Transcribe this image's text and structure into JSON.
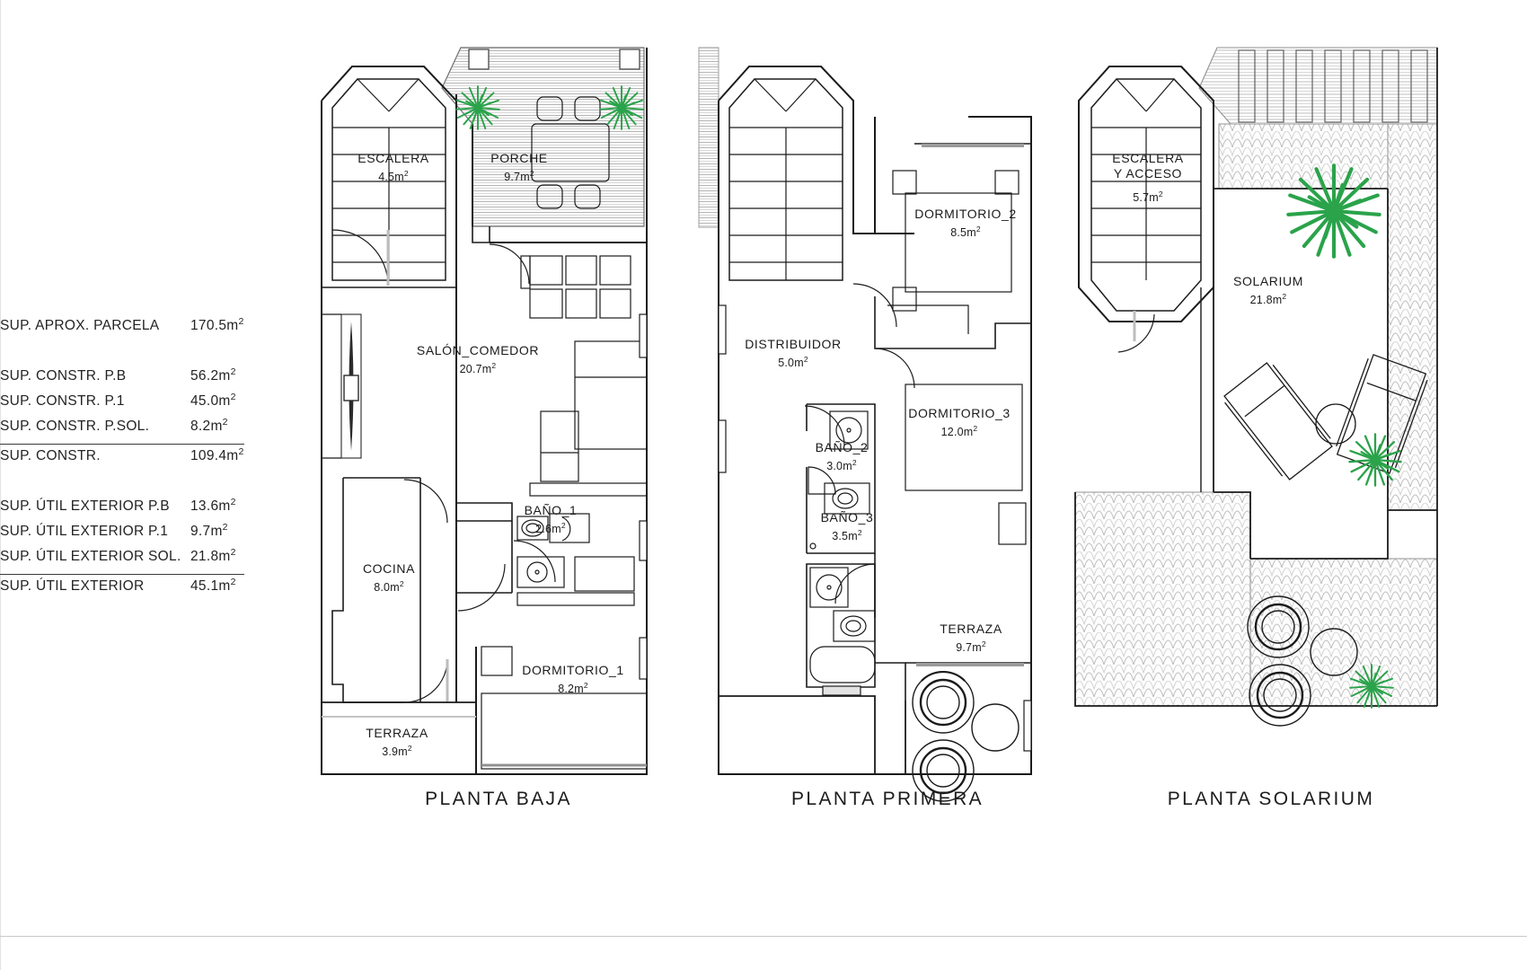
{
  "sheet": {
    "background": "#ffffff",
    "line_color": "#1b1b1b",
    "plant_color": "#2aa34a",
    "hatch_color": "#b9b9b9"
  },
  "legend": {
    "rows": [
      {
        "label": "SUP. APROX. PARCELA",
        "value": "170.5m",
        "unit": "2",
        "group": 1
      },
      {
        "label": "SUP. CONSTR. P.B",
        "value": "56.2m",
        "unit": "2",
        "group": 2
      },
      {
        "label": "SUP. CONSTR. P.1",
        "value": "45.0m",
        "unit": "2",
        "group": 2
      },
      {
        "label": "SUP. CONSTR. P.SOL.",
        "value": "8.2m",
        "unit": "2",
        "group": 2
      },
      {
        "label": "SUP. CONSTR.",
        "value": "109.4m",
        "unit": "2",
        "group": 3
      },
      {
        "label": "SUP. ÚTIL EXTERIOR P.B",
        "value": "13.6m",
        "unit": "2",
        "group": 4
      },
      {
        "label": "SUP. ÚTIL EXTERIOR P.1",
        "value": "9.7m",
        "unit": "2",
        "group": 4
      },
      {
        "label": "SUP. ÚTIL EXTERIOR SOL.",
        "value": "21.8m",
        "unit": "2",
        "group": 4
      },
      {
        "label": "SUP. ÚTIL EXTERIOR",
        "value": "45.1m",
        "unit": "2",
        "group": 5
      }
    ]
  },
  "plans": [
    {
      "id": "planta-baja",
      "title": "PLANTA  BAJA",
      "rooms": [
        {
          "name": "ESCALERA",
          "area": "4.5m",
          "unit": "2"
        },
        {
          "name": "PORCHE",
          "area": "9.7m",
          "unit": "2"
        },
        {
          "name": "SALÓN_COMEDOR",
          "area": "20.7m",
          "unit": "2"
        },
        {
          "name": "COCINA",
          "area": "8.0m",
          "unit": "2"
        },
        {
          "name": "BAÑO_1",
          "area": "2.6m",
          "unit": "2"
        },
        {
          "name": "DORMITORIO_1",
          "area": "8.2m",
          "unit": "2"
        },
        {
          "name": "TERRAZA",
          "area": "3.9m",
          "unit": "2"
        }
      ]
    },
    {
      "id": "planta-primera",
      "title": "PLANTA  PRIMERA",
      "rooms": [
        {
          "name": "DORMITORIO_2",
          "area": "8.5m",
          "unit": "2"
        },
        {
          "name": "DISTRIBUIDOR",
          "area": "5.0m",
          "unit": "2"
        },
        {
          "name": "DORMITORIO_3",
          "area": "12.0m",
          "unit": "2"
        },
        {
          "name": "BAÑO_2",
          "area": "3.0m",
          "unit": "2"
        },
        {
          "name": "BAÑO_3",
          "area": "3.5m",
          "unit": "2"
        },
        {
          "name": "TERRAZA",
          "area": "9.7m",
          "unit": "2"
        }
      ]
    },
    {
      "id": "planta-solarium",
      "title": "PLANTA  SOLARIUM",
      "rooms": [
        {
          "name": "ESCALERA\nY  ACCESO",
          "area": "5.7m",
          "unit": "2"
        },
        {
          "name": "SOLARIUM",
          "area": "21.8m",
          "unit": "2"
        }
      ]
    }
  ]
}
